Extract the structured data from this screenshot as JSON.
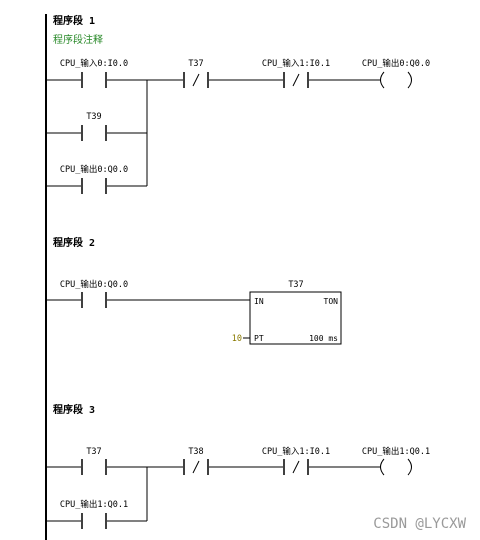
{
  "networks": [
    {
      "title": "程序段 1",
      "comment": "程序段注释",
      "contacts": {
        "start": {
          "label": "CPU_输入0:I0.0",
          "type": "NO"
        },
        "t39": {
          "label": "T39",
          "type": "NO"
        },
        "q00": {
          "label": "CPU_输出0:Q0.0",
          "type": "NO"
        },
        "t37": {
          "label": "T37",
          "type": "NC"
        },
        "stop": {
          "label": "CPU_输入1:I0.1",
          "type": "NC"
        }
      },
      "coil": {
        "label": "CPU_输出0:Q0.0"
      }
    },
    {
      "title": "程序段 2",
      "contacts": {
        "q00": {
          "label": "CPU_输出0:Q0.0",
          "type": "NO"
        }
      },
      "timer": {
        "name": "T37",
        "type": "TON",
        "in_label": "IN",
        "pt_label": "PT",
        "pt_value": "10",
        "resolution": "100 ms"
      }
    },
    {
      "title": "程序段 3",
      "contacts": {
        "t37": {
          "label": "T37",
          "type": "NO"
        },
        "q01": {
          "label": "CPU_输出1:Q0.1",
          "type": "NO"
        },
        "t38": {
          "label": "T38",
          "type": "NC"
        },
        "stop": {
          "label": "CPU_输入1:I0.1",
          "type": "NC"
        }
      },
      "coil": {
        "label": "CPU_输出1:Q0.1"
      }
    }
  ],
  "watermark": "CSDN @LYCXW"
}
